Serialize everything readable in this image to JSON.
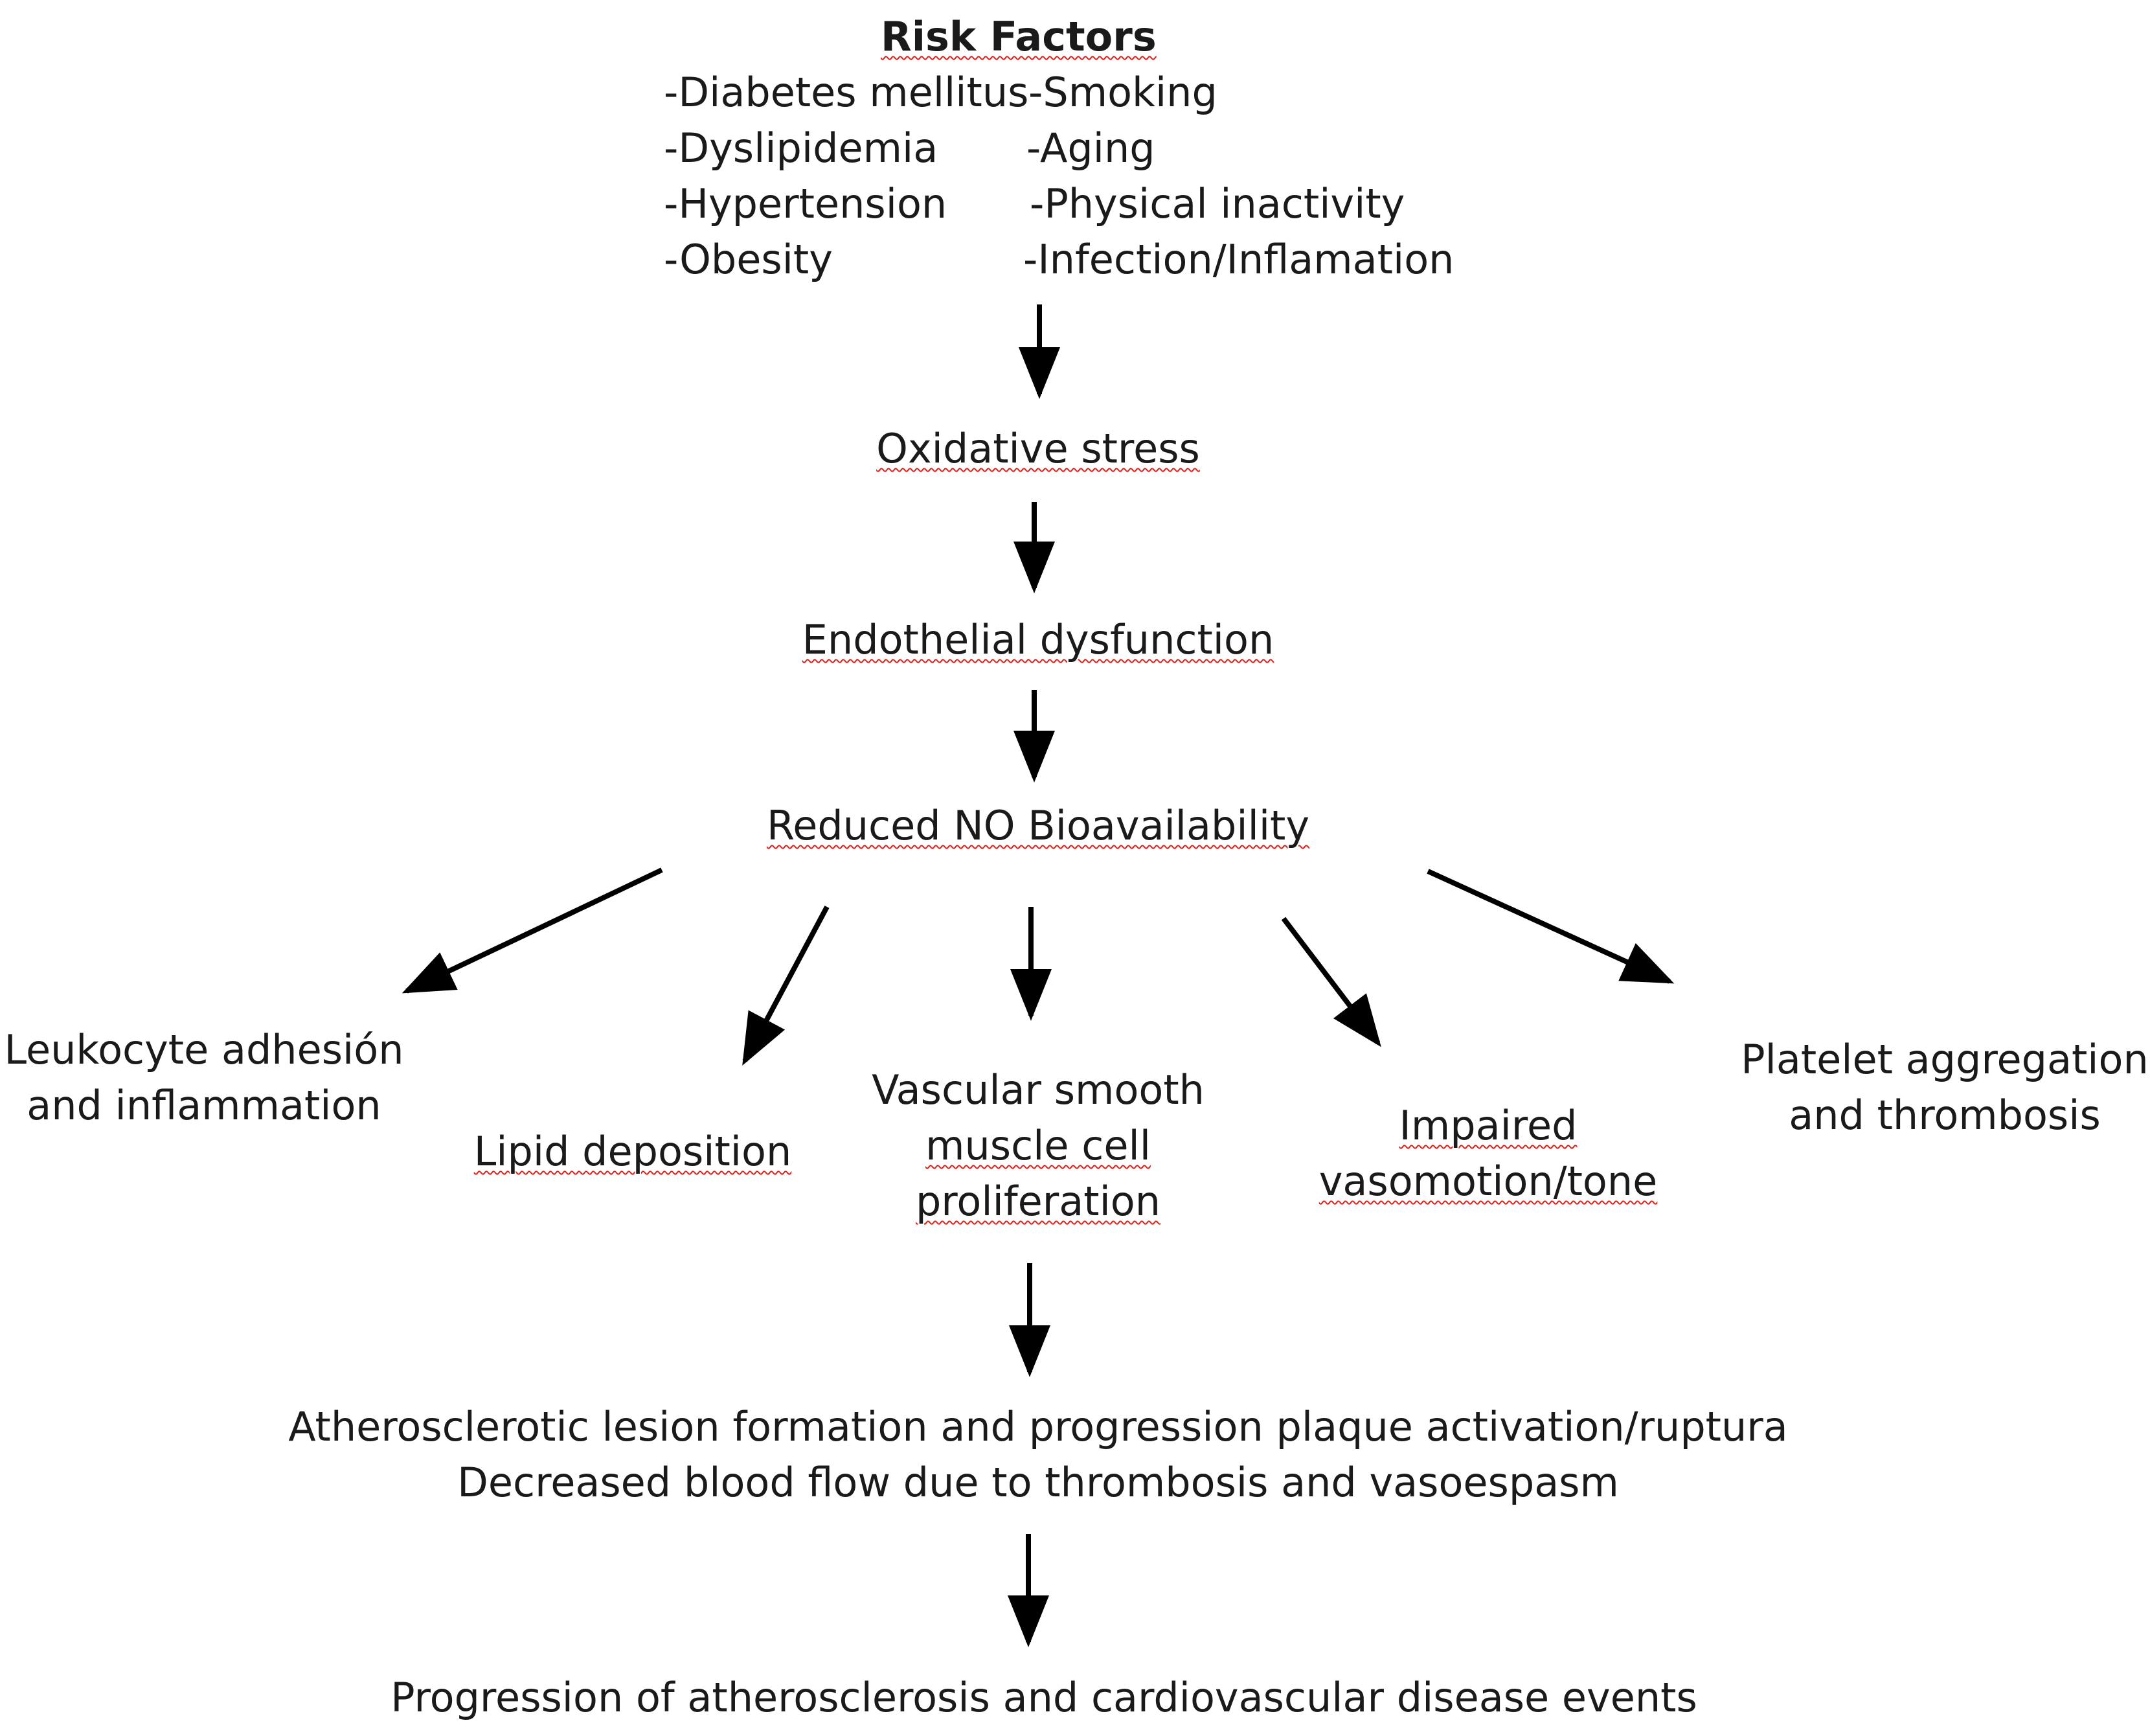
{
  "risk_factors": {
    "title": "Risk Factors",
    "left": [
      "-Diabetes mellitus",
      "-Dyslipidemia",
      "-Hypertension",
      "-Obesity"
    ],
    "right": [
      "-Smoking",
      "-Aging",
      "-Physical inactivity",
      "-Infection/Inflamation"
    ]
  },
  "nodes": {
    "oxidative_stress": "Oxidative stress",
    "endothelial_dysfunction": "Endothelial dysfunction",
    "reduced_no": "Reduced NO Bioavailability"
  },
  "effects": {
    "leukocyte": [
      "Leukocyte adhesión",
      "and inflammation"
    ],
    "lipid": [
      "Lipid deposition"
    ],
    "vascular": [
      "Vascular smooth",
      "muscle cell",
      "proliferation"
    ],
    "impaired": [
      "Impaired",
      "vasomotion/tone"
    ],
    "platelet": [
      "Platelet aggregation",
      "and thrombosis"
    ]
  },
  "outcome": {
    "line1": "Atherosclerotic lesion formation and progression plaque activation/ruptura",
    "line2": "Decreased blood flow due to thrombosis and vasoespasm"
  },
  "final": "Progression of atherosclerosis and cardiovascular disease events",
  "colors": {
    "text": "#1a1a1a",
    "arrow": "#000000",
    "spellcheck_underline": "#e0201b"
  }
}
